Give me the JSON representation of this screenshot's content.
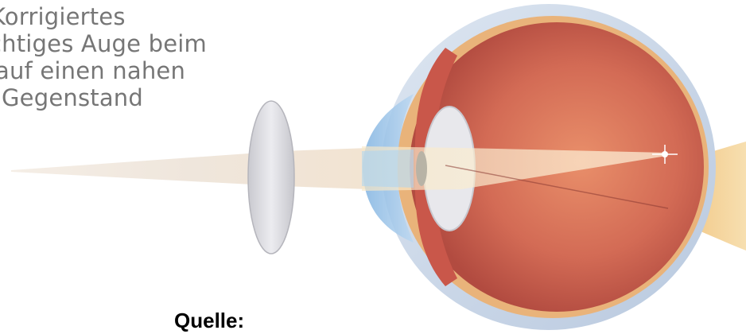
{
  "caption": {
    "lines": [
      "Korrigiertes",
      "chtiges Auge beim",
      "auf einen nahen",
      "Gegenstand"
    ]
  },
  "source_label": "Quelle:",
  "colors": {
    "caption_text": "#767676",
    "source_text": "#000000",
    "sclera": "#c4d2e6",
    "eyeball_inner": "#d7745f",
    "lens": "#e6e6ea",
    "cornea": "#9fc3e8",
    "light_beam": "#f1e7dd",
    "optic_nerve": "#f3cf8f"
  },
  "icons": [
    "corrective-lens",
    "eyeball",
    "eye-lens",
    "cornea",
    "light-beam",
    "optic-nerve"
  ]
}
